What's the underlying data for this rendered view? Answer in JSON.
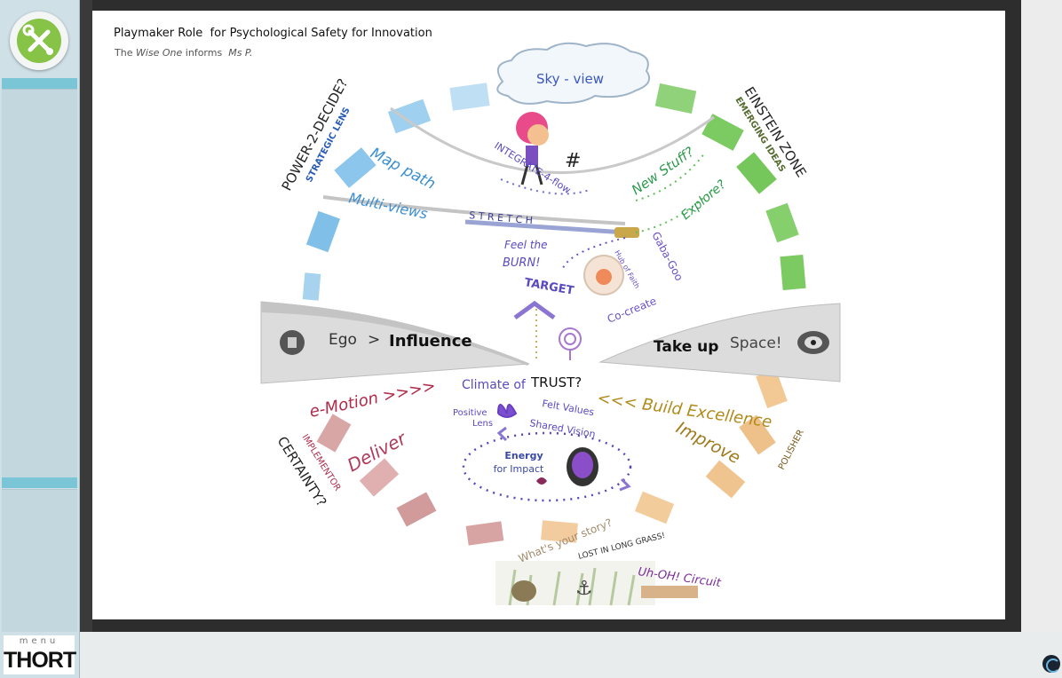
{
  "app": {
    "menu_label": "menu",
    "brand": "THORT"
  },
  "header": {
    "title": "Playmaker Role  for Psychological Safety for Innovation",
    "subtitle_pre": "The ",
    "subtitle_wise": "Wise One",
    "subtitle_mid": " informs  ",
    "subtitle_msp": "Ms P."
  },
  "diagram": {
    "sky_view": "Sky - view",
    "power_decide": "POWER-2-DECIDE?",
    "strategic_lens": "STRATEGIC LENS",
    "einstein_zone": "EINSTEIN ZONE",
    "emerging_ideas": "EMERGING IDEAS",
    "map_path": "Map path",
    "multi_views": "Multi-views",
    "integrate_flow": "INTEGRATE-4-flow",
    "new_stuff": "New Stuff?",
    "explore": "Explore?",
    "stretch": "S T R E T C H",
    "feel_the": "Feel the",
    "burn": "BURN!",
    "target": "TARGET",
    "hub_of_faith": "Hub of Faith",
    "gaba_goo": "Gaba-Goo",
    "co_create": "Co-create",
    "ego": "Ego",
    "gt": ">",
    "influence": "Influence",
    "take_up": "Take up",
    "space": "Space!",
    "e_motion": "e-Motion >>>>",
    "climate_of": "Climate of",
    "trust": "TRUST?",
    "build_excellence": "<<< Build Excellence",
    "positive": "Positive",
    "lens": "Lens",
    "felt_values": "Felt Values",
    "shared_vision": "Shared Vision",
    "energy": "Energy",
    "for_impact": "for Impact",
    "deliver": "Deliver",
    "implementor": "IMPLEMENTOR",
    "certainty": "CERTAINTY?",
    "improve": "Improve",
    "polisher": "POLISHER",
    "whats_your_story": "What's your story?",
    "lost_in_long_grass": "LOST IN LONG GRASS!",
    "uh_oh_circuit": "Uh-OH! Circuit"
  },
  "colors": {
    "sidebar": "#cfe0e6",
    "accent_band": "#7bc6d6",
    "tool_green": "#86c346",
    "blue": "#5aaee0",
    "green": "#6cc04a",
    "rose": "#c98a8a",
    "gold": "#e8b36a",
    "purple": "#6a4fc8"
  }
}
